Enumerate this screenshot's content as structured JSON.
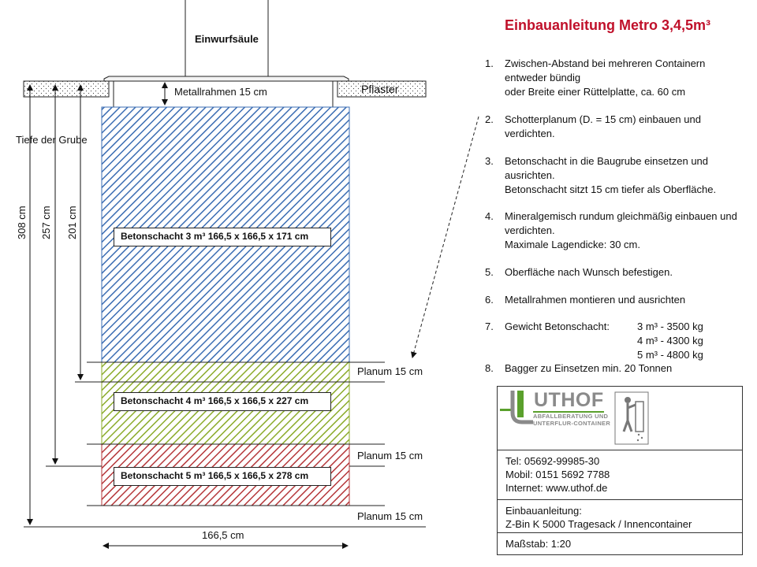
{
  "title": "Einbauanleitung  Metro 3,4,5m³",
  "drawing": {
    "einwurfsaeule": "Einwurfsäule",
    "metallrahmen": "Metallrahmen 15 cm",
    "pflaster": "Pflaster",
    "tiefe_der_grube": "Tiefe der Grube",
    "depths": [
      "308 cm",
      "257 cm",
      "201 cm"
    ],
    "planum_labels": [
      "Planum 15 cm",
      "Planum 15 cm",
      "Planum 15 cm"
    ],
    "width_label": "166,5 cm",
    "schacht_labels": [
      "Betonschacht 3 m³ 166,5  x 166,5  x 171  cm",
      "Betonschacht 4 m³ 166,5  x 166,5  x 227  cm",
      "Betonschacht 5 m³ 166,5  x 166,5  x 278  cm"
    ],
    "colors": {
      "schacht_3": "#3b6db3",
      "schacht_4": "#8bab2a",
      "schacht_5": "#b5373a",
      "title": "#c0102a"
    }
  },
  "steps": [
    {
      "num": "1.",
      "lines": [
        "Zwischen-Abstand bei mehreren Containern",
        "entweder bündig",
        "oder Breite einer Rüttelplatte, ca. 60 cm"
      ]
    },
    {
      "num": "2.",
      "lines": [
        "Schotterplanum (D. = 15 cm) einbauen und",
        "verdichten."
      ]
    },
    {
      "num": "3.",
      "lines": [
        "Betonschacht in die Baugrube einsetzen und",
        "ausrichten.",
        "Betonschacht sitzt 15 cm tiefer als Oberfläche."
      ]
    },
    {
      "num": "4.",
      "lines": [
        "Mineralgemisch rundum gleichmäßig einbauen und",
        "verdichten.",
        "Maximale Lagendicke: 30 cm."
      ]
    },
    {
      "num": "5.",
      "lines": [
        "Oberfläche nach Wunsch befestigen."
      ]
    },
    {
      "num": "6.",
      "lines": [
        "Metallrahmen montieren und ausrichten"
      ]
    },
    {
      "num": "7.",
      "label": "Gewicht Betonschacht:",
      "weights": [
        "3 m³ - 3500  kg",
        "4 m³ - 4300  kg",
        "5 m³ - 4800  kg"
      ]
    },
    {
      "num": "8.",
      "lines": [
        "Bagger zu Einsetzen min. 20 Tonnen"
      ]
    }
  ],
  "company": {
    "logo_name": "UTHOF",
    "logo_tagline_1": "ABFALLBERATUNG UND",
    "logo_tagline_2": "UNTERFLUR-CONTAINER",
    "tel": "Tel: 05692-99985-30",
    "mobil": "Mobil: 0151  5692  7788",
    "internet": "Internet: www.uthof.de",
    "einbau_label": "Einbauanleitung:",
    "einbau_value": "Z-Bin K 5000  Tragesack / Innencontainer",
    "massstab": "Maßstab: 1:20"
  }
}
